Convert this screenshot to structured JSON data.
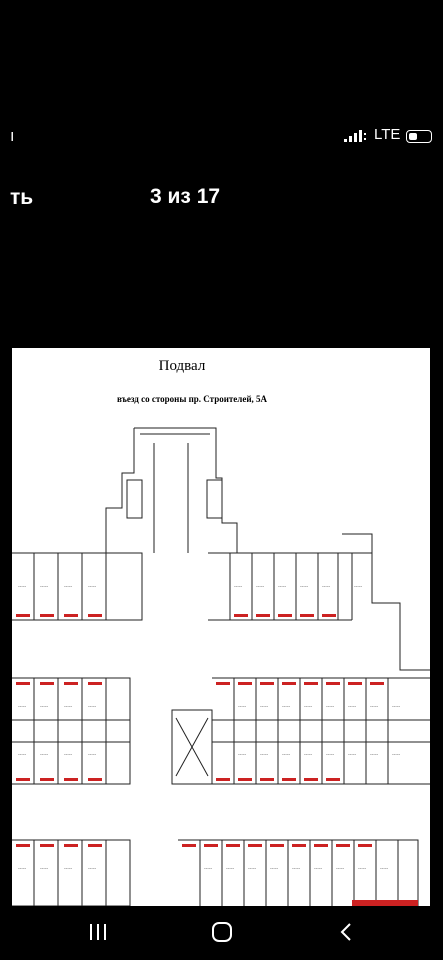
{
  "status_bar": {
    "left_fragment": "ı",
    "network_label": "LTE",
    "icons": [
      "signal-icon",
      "battery-icon"
    ]
  },
  "top_bar": {
    "back_fragment": "ть",
    "page_counter": "3 из 17"
  },
  "plan": {
    "title": "Подвал",
    "subtitle": "въезд со стороны пр. Строителей, 5А"
  },
  "nav_bar": {
    "icons": [
      "recent-apps-icon",
      "home-icon",
      "back-icon"
    ]
  },
  "colors": {
    "background": "#000000",
    "text": "#ffffff",
    "plan_background": "#ffffff",
    "plan_lines": "#222222",
    "accent_red": "#cc2222"
  }
}
